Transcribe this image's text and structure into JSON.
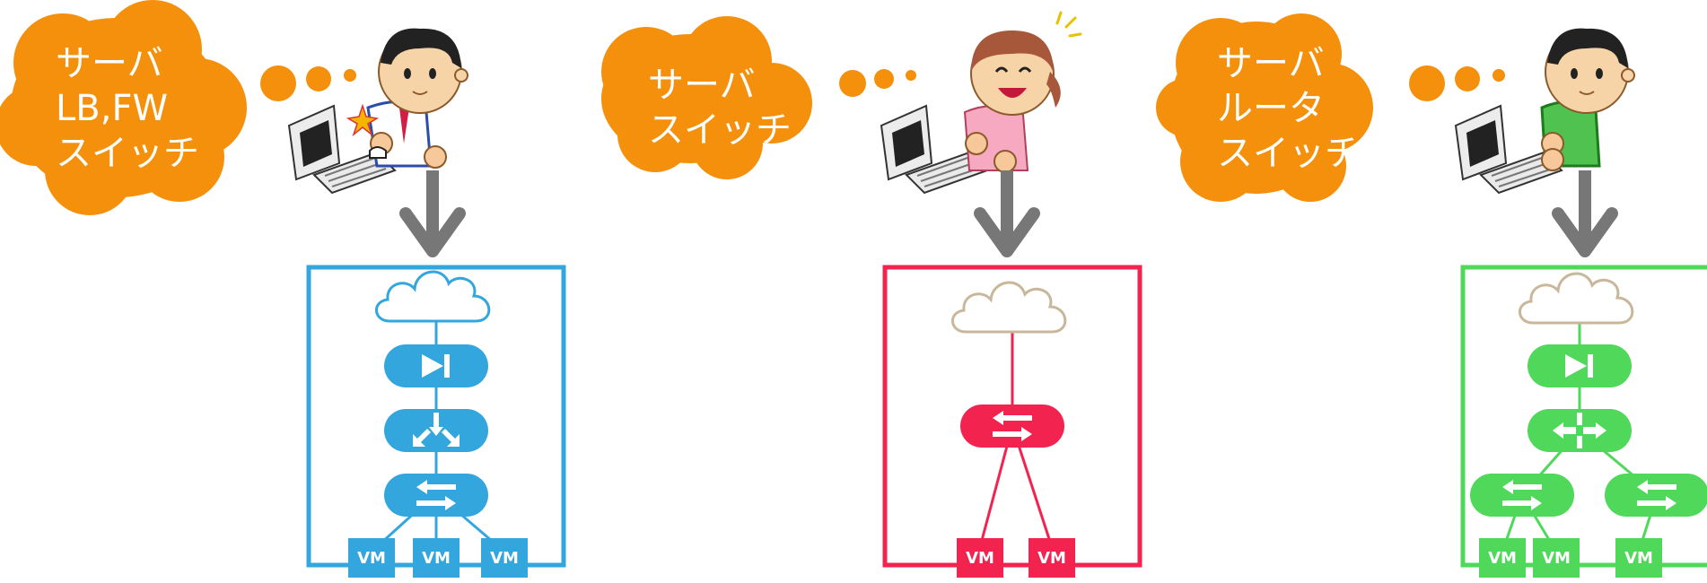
{
  "colors": {
    "bubble": "#f5900c",
    "panel1": "#33a6dd",
    "panel2": "#f32350",
    "panel3": "#4fd85a",
    "arrow": "#777777",
    "cloud": "#c8b79a"
  },
  "panels": [
    {
      "bubble_lines": [
        "サーバ",
        "LB,FW",
        "スイッチ"
      ],
      "character": "man-blue-suit",
      "vms": [
        "VM",
        "VM",
        "VM"
      ]
    },
    {
      "bubble_lines": [
        "サーバ",
        "スイッチ"
      ],
      "character": "woman-pink",
      "vms": [
        "VM",
        "VM"
      ]
    },
    {
      "bubble_lines": [
        "サーバ",
        "ルータ",
        "スイッチ"
      ],
      "character": "man-green-suit",
      "vms": [
        "VM",
        "VM",
        "VM"
      ]
    }
  ]
}
